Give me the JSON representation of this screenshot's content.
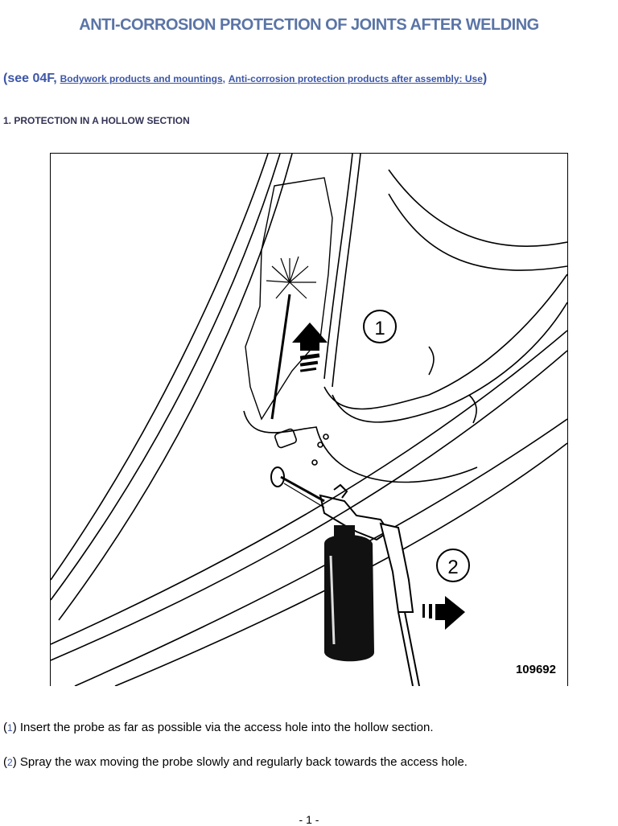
{
  "header": {
    "title": "ANTI-CORROSION PROTECTION OF JOINTS AFTER WELDING"
  },
  "reference": {
    "prefix": "(see 04F,",
    "link_1": "Bodywork products and mountings,",
    "link_2": "Anti-corrosion protection products after assembly: Use",
    "suffix": ")"
  },
  "section": {
    "heading": "1. PROTECTION IN A HOLLOW SECTION"
  },
  "figure": {
    "callout_1": "1",
    "callout_2": "2",
    "figure_number": "109692"
  },
  "steps": [
    {
      "open": "(",
      "number": "1",
      "close": ")",
      "text": " Insert the probe as far as possible via the access hole into the hollow section."
    },
    {
      "open": "(",
      "number": "2",
      "close": ")",
      "text": " Spray the wax moving the probe slowly and regularly back towards the access hole."
    }
  ],
  "footer": {
    "page_number": "- 1 -"
  }
}
